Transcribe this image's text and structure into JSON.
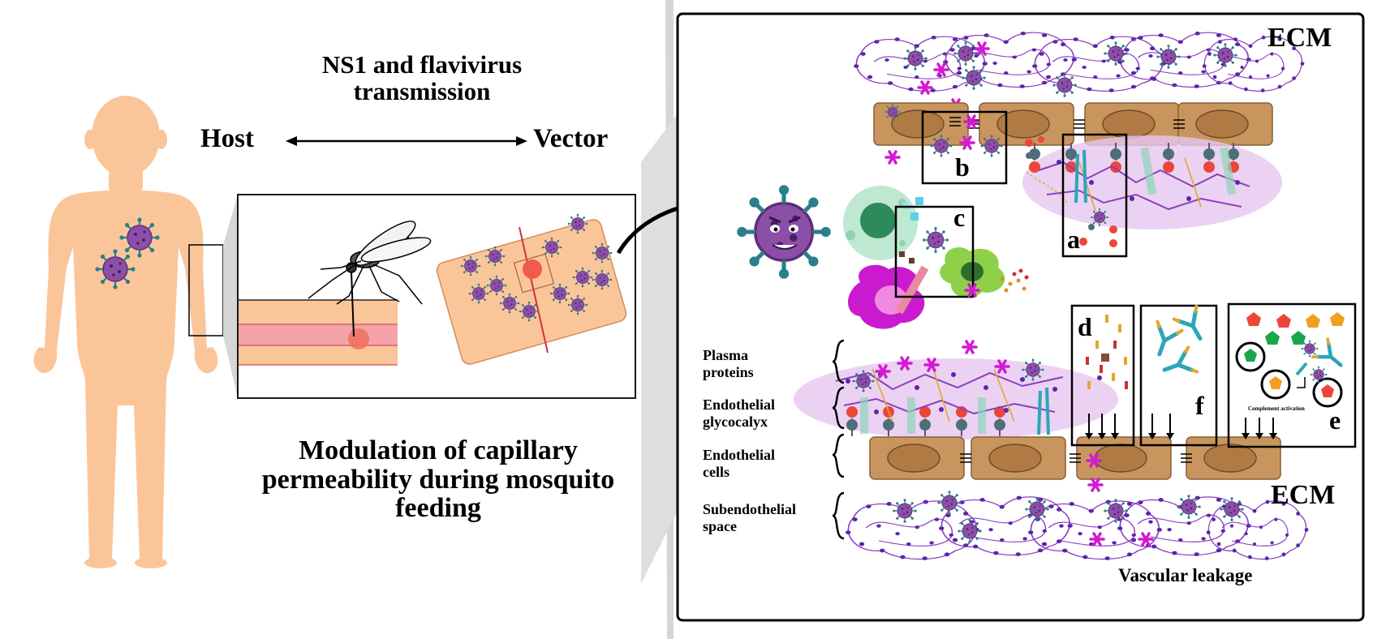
{
  "titles": {
    "top_line1": "NS1 and flavivirus",
    "top_line2": "transmission",
    "host": "Host",
    "vector": "Vector",
    "bottom_line1": "Modulation of capillary",
    "bottom_line2": "permeability during  mosquito",
    "bottom_line3": "feeding"
  },
  "layers": [
    {
      "line1": "Plasma",
      "line2": "proteins"
    },
    {
      "line1": "Endothelial",
      "line2": "glycocalyx"
    },
    {
      "line1": "Endothelial",
      "line2": "cells"
    },
    {
      "line1": "Subendothelial",
      "line2": "space"
    }
  ],
  "panels": {
    "a": "a",
    "b": "b",
    "c": "c",
    "d": "d",
    "e": "e",
    "f": "f"
  },
  "ecm_top": "ECM",
  "ecm_bottom": "ECM",
  "vascular_leakage": "Vascular leakage",
  "complement_activation": "Complement activation",
  "colors": {
    "skin": "#fbc59a",
    "virus": "#8b4fa8",
    "virus_spike": "#2a7f8a",
    "endothelial_cell": "#c8955f",
    "glycocalyx": "#e6c7ef",
    "ecm_dot": "#6b2fb0",
    "magenta": "#d21ad2"
  }
}
